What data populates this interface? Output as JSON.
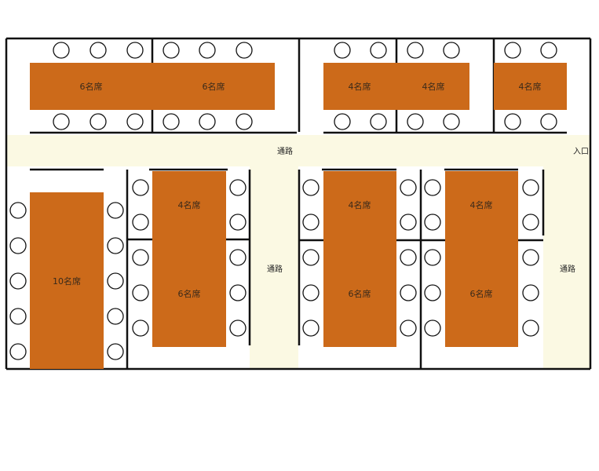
{
  "colors": {
    "table": "#cc6a1a",
    "aisle": "#fbf9e3",
    "wall": "#111111",
    "chair": "#ffffff"
  },
  "tables": {
    "t_top_1": "6名席",
    "t_top_2": "6名席",
    "t_top_3": "4名席",
    "t_top_4": "4名席",
    "t_top_5": "4名席",
    "t_left_big": "10名席",
    "t_mid_a_upper": "4名席",
    "t_mid_a_lower": "6名席",
    "t_mid_b_upper": "4名席",
    "t_mid_b_lower": "6名席",
    "t_mid_c_upper": "4名席",
    "t_mid_c_lower": "6名席"
  },
  "labels": {
    "aisle_horizontal": "通路",
    "entrance": "入口",
    "aisle_center_vertical": "通路",
    "aisle_right_vertical": "通路"
  }
}
